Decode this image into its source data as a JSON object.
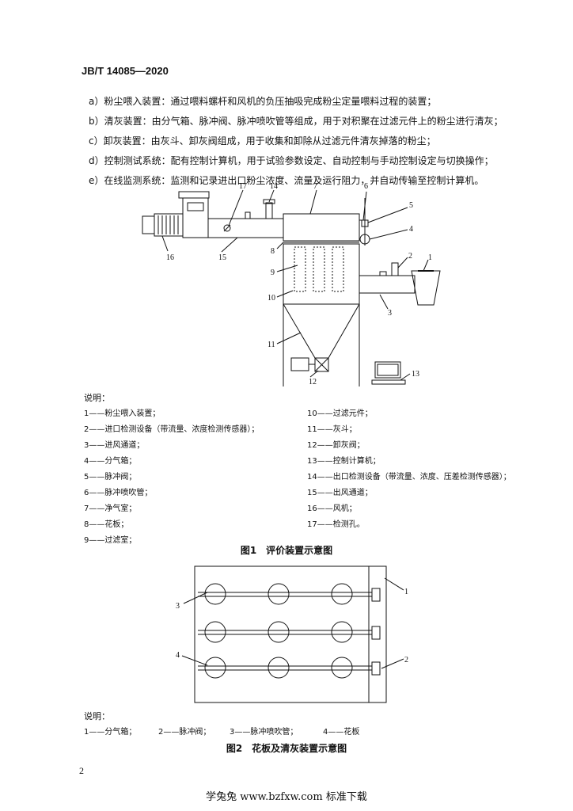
{
  "header": {
    "standard_no": "JB/T 14085—2020"
  },
  "paragraphs": [
    "a）粉尘喂入装置：通过喂料螺杆和风机的负压抽吸完成粉尘定量喂料过程的装置；",
    "b）清灰装置：由分气箱、脉冲阀、脉冲喷吹管等组成，用于对积聚在过滤元件上的粉尘进行清灰；",
    "c）卸灰装置：由灰斗、卸灰阀组成，用于收集和卸除从过滤元件清灰掉落的粉尘；",
    "d）控制测试系统：配有控制计算机，用于试验参数设定、自动控制与手动控制设定与切换操作；",
    "e）在线监测系统：监测和记录进出口粉尘浓度、流量及运行阻力，并自动传输至控制计算机。"
  ],
  "figure1": {
    "callouts": [
      "1",
      "2",
      "3",
      "4",
      "5",
      "6",
      "7",
      "8",
      "9",
      "10",
      "11",
      "12",
      "13",
      "14",
      "15",
      "16",
      "17"
    ],
    "legend_title": "说明：",
    "legend_left": [
      "1——粉尘喂入装置；",
      "2——进口检测设备（带流量、浓度检测传感器）；",
      "3——进风通道；",
      "4——分气箱；",
      "5——脉冲阀；",
      "6——脉冲喷吹管；",
      "7——净气室；",
      "8——花板；",
      "9——过滤室；"
    ],
    "legend_right": [
      "10——过滤元件；",
      "11——灰斗；",
      "12——卸灰阀；",
      "13——控制计算机；",
      "14——出口检测设备（带流量、浓度、压差检测传感器）；",
      "15——出风通道；",
      "16——风机；",
      "17——检测孔。"
    ],
    "caption": "图1　评价装置示意图"
  },
  "figure2": {
    "callouts": [
      "1",
      "2",
      "3",
      "4"
    ],
    "legend_title": "说明：",
    "legend_items": [
      "1——分气箱；",
      "2——脉冲阀；",
      "3——脉冲喷吹管；",
      "4——花板"
    ],
    "caption": "图2　花板及清灰装置示意图"
  },
  "page_number": "2",
  "footer": "学兔兔 www.bzfxw.com 标准下载"
}
